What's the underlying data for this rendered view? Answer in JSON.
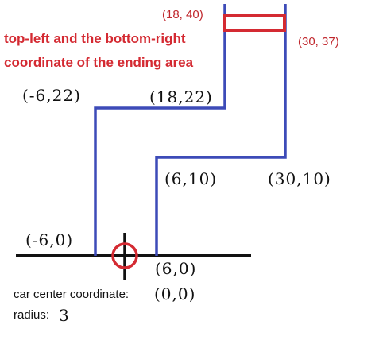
{
  "colors": {
    "track": "#3d4bb8",
    "ground": "#111111",
    "ending_area": "#d42a32",
    "car": "#d42a32",
    "annotation": "#c0272d"
  },
  "ending_area": {
    "top_left_label": "(18, 40)",
    "bottom_right_label": "(30, 37)",
    "note_line1": "top-left and the bottom-right",
    "note_line2": "coordinate of the ending area"
  },
  "corners": {
    "left_top": "(-6,22)",
    "inner_top": "(18,22)",
    "inner_mid": "(6,10)",
    "outer_mid": "(30,10)",
    "left_bottom": "(-6,0)",
    "right_bottom": "(6,0)"
  },
  "car": {
    "center_label": "car center coordinate:",
    "center_value": "(0,0)",
    "radius_label": "radius:",
    "radius_value": "3"
  }
}
